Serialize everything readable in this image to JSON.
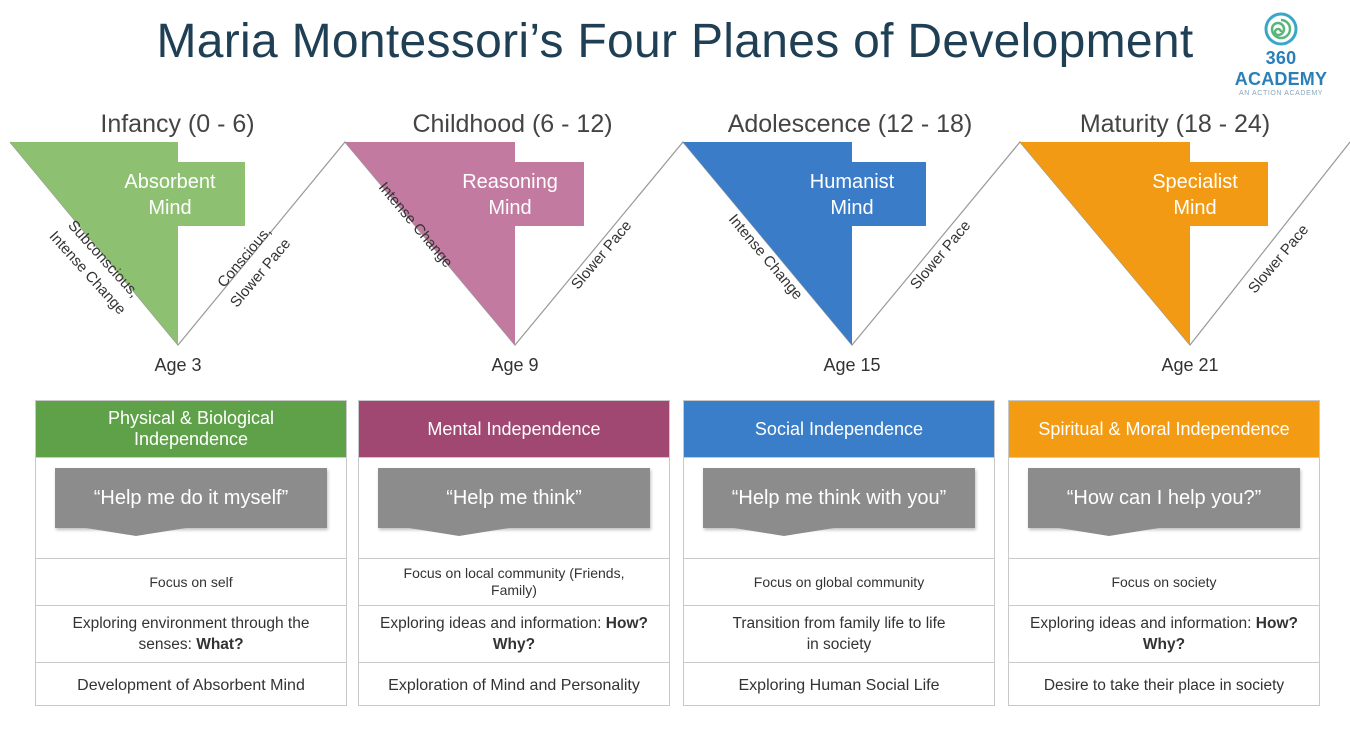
{
  "title": "Maria Montessori’s Four Planes of Development",
  "logo": {
    "line1": "360 ACADEMY",
    "line2": "AN ACTION ACADEMY",
    "icon": "spiral-icon"
  },
  "colors": {
    "infancy": "#8ec072",
    "childhood": "#c27aa1",
    "adolescence": "#3b7cc8",
    "maturity": "#f29a14",
    "infancy_head": "#5fa149",
    "childhood_head": "#a04872",
    "adolescence_head": "#3a7ec9",
    "maturity_head": "#f39c13"
  },
  "planes": [
    {
      "stage": "Infancy (0 - 6)",
      "mind_line1": "Absorbent",
      "mind_line2": "Mind",
      "left_line1": "Subconscious,",
      "left_line2": "Intense Change",
      "right_line1": "Conscious,",
      "right_line2": "Slower Pace",
      "age": "Age 3",
      "independence": "Physical & Biological Independence",
      "quote": "“Help me do it myself”",
      "focus": "Focus on self",
      "explore_pre": "Exploring environment through the senses: ",
      "explore_bold": "What?",
      "development": "Development of Absorbent Mind"
    },
    {
      "stage": "Childhood (6 - 12)",
      "mind_line1": "Reasoning",
      "mind_line2": "Mind",
      "left_line1": "Intense Change",
      "left_line2": "",
      "right_line1": "Slower Pace",
      "right_line2": "",
      "age": "Age 9",
      "independence": "Mental Independence",
      "quote": "“Help me think”",
      "focus": "Focus on local community (Friends, Family)",
      "explore_pre": "Exploring ideas and information: ",
      "explore_bold": "How? Why?",
      "development": "Exploration of Mind and Personality"
    },
    {
      "stage": "Adolescence (12 - 18)",
      "mind_line1": "Humanist",
      "mind_line2": "Mind",
      "left_line1": "Intense Change",
      "left_line2": "",
      "right_line1": "Slower Pace",
      "right_line2": "",
      "age": "Age 15",
      "independence": "Social Independence",
      "quote": "“Help me think with you”",
      "focus": "Focus on global community",
      "explore_pre": "Transition from family life to life in society",
      "explore_bold": "",
      "development": "Exploring Human Social Life"
    },
    {
      "stage": "Maturity (18 - 24)",
      "mind_line1": "Specialist",
      "mind_line2": "Mind",
      "left_line1": "",
      "left_line2": "",
      "right_line1": "Slower Pace",
      "right_line2": "",
      "age": "Age 21",
      "independence": "Spiritual & Moral Independence",
      "quote": "“How can I help you?”",
      "focus": "Focus on society",
      "explore_pre": "Exploring ideas and information: ",
      "explore_bold": "How? Why?",
      "development": "Desire to take their place in society"
    }
  ]
}
